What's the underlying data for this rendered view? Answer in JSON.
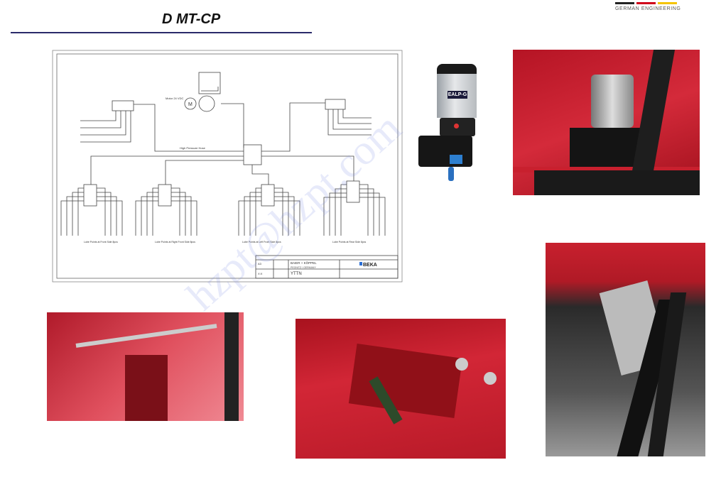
{
  "header": {
    "title": "D MT-CP",
    "logo": {
      "text": "GERMAN ENGINEERING",
      "colors": [
        "#222222",
        "#d0021b",
        "#f5c400"
      ]
    }
  },
  "diagram": {
    "motor_label": "Motor 24 VDC",
    "motor_symbol": "M",
    "hose_label": "High Pressure Hose",
    "lube_groups": [
      "Lube Points at Front Side 8pcs",
      "Lube Points at Right Front Side 8pcs",
      "Lube Points at Left Front Side 8pcs",
      "Lube Points at Rear Side 8pcs"
    ],
    "title_block": {
      "company": "BAIER + KÖPPEL",
      "location": "PEGNITZ / GERMANY",
      "brand": "BEKA",
      "project": "YTTN",
      "format": "A3",
      "scale": "X:X"
    }
  },
  "images": {
    "pump_label": "EALP-G",
    "watermark": "hzpt@hzpt.com"
  }
}
